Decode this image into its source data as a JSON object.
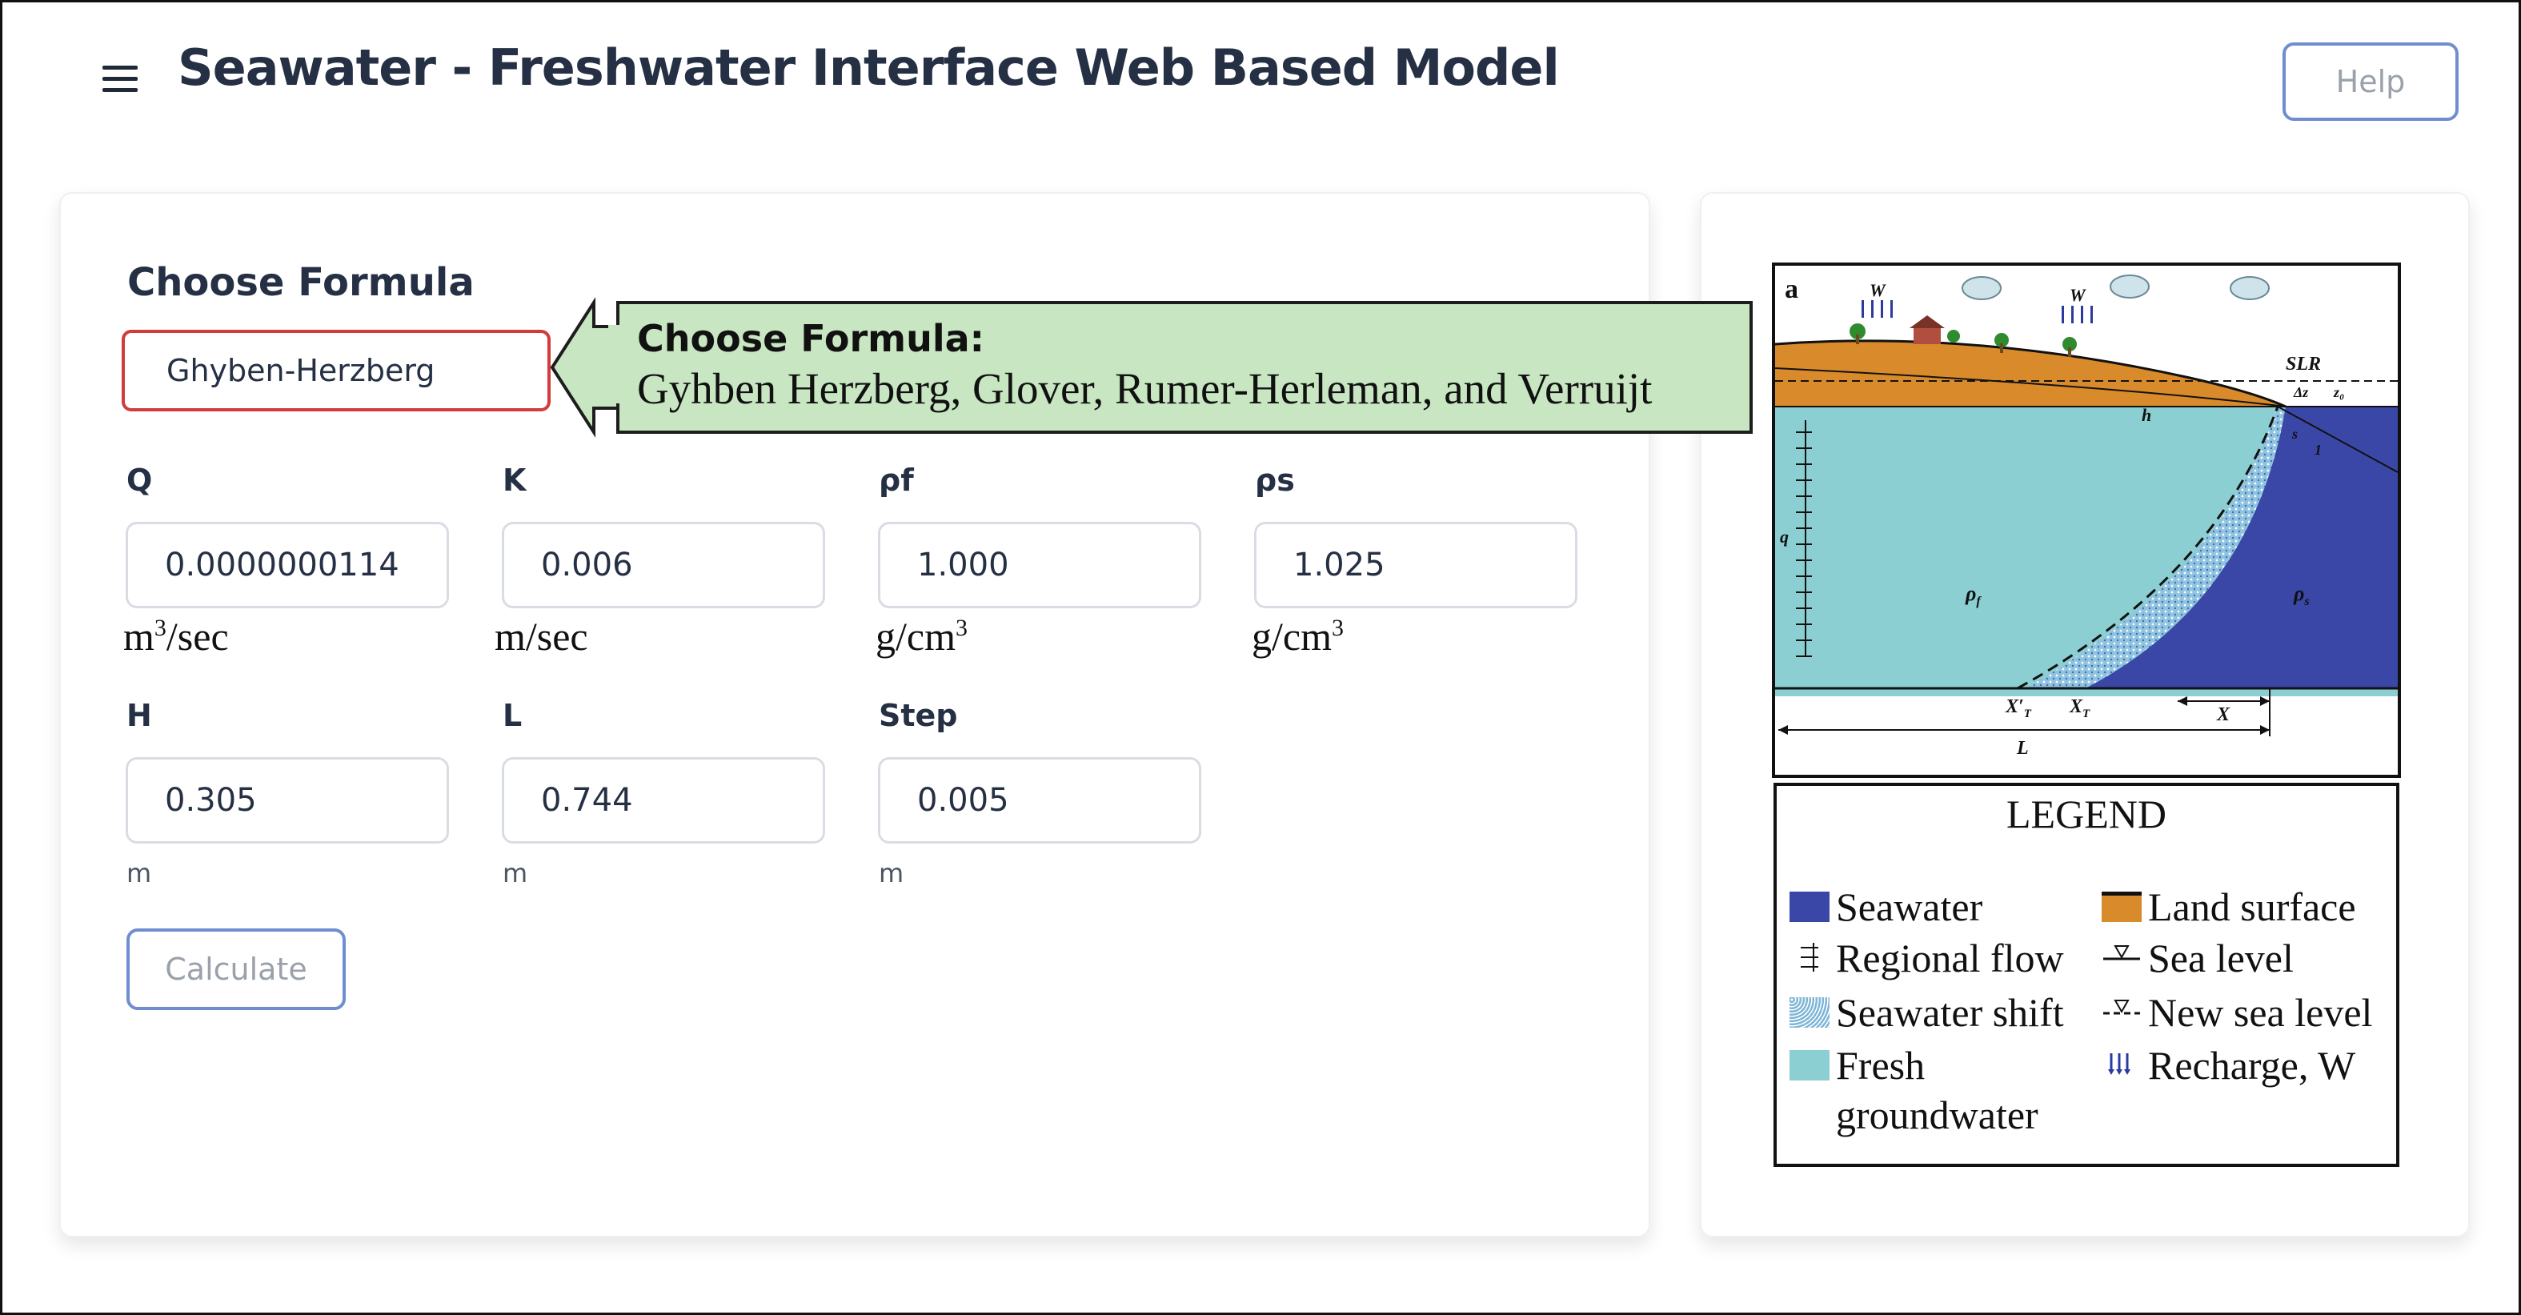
{
  "header": {
    "title": "Seawater - Freshwater Interface Web Based Model",
    "help_label": "Help"
  },
  "form": {
    "choose_label": "Choose Formula",
    "formula_value": "Ghyben-Herzberg",
    "fields": [
      {
        "label": "Q",
        "value": "0.0000000114",
        "unit": "m",
        "unit_sup": "3",
        "unit_tail": "/sec"
      },
      {
        "label": "K",
        "value": "0.006",
        "unit": "m/sec"
      },
      {
        "label": "ρf",
        "value": "1.000",
        "unit": "g/cm",
        "unit_sup": "3"
      },
      {
        "label": "ρs",
        "value": "1.025",
        "unit": "g/cm",
        "unit_sup": "3"
      },
      {
        "label": "H",
        "value": "0.305",
        "unit": "m"
      },
      {
        "label": "L",
        "value": "0.744",
        "unit": "m"
      },
      {
        "label": "Step",
        "value": "0.005",
        "unit": "m"
      }
    ],
    "calculate_label": "Calculate"
  },
  "callout": {
    "title": "Choose Formula:",
    "text": "Gyhben Herzberg, Glover, Rumer-Herleman, and Verruijt"
  },
  "diagram": {
    "panel_label": "a",
    "labels": {
      "w": "W",
      "slr": "SLR",
      "dz": "Δz",
      "z0": "z₀",
      "h": "h",
      "s": "s",
      "one": "1",
      "q": "q",
      "rho_f": "ρ",
      "rho_f_sub": "f",
      "rho_s": "ρ",
      "rho_s_sub": "s",
      "xt_prime": "X′",
      "xt": "X",
      "t_sub": "T",
      "x": "X",
      "l": "L"
    },
    "colors": {
      "seawater": "#3a47a6",
      "fresh": "#8ccfd2",
      "land": "#d98a2b",
      "shift": "#7fb6d8"
    }
  },
  "legend": {
    "title": "LEGEND",
    "items": [
      {
        "label": "Seawater",
        "icon": "seawater-swatch"
      },
      {
        "label": "Land surface",
        "icon": "land-surface-swatch"
      },
      {
        "label": "Regional flow",
        "icon": "regional-flow-icon"
      },
      {
        "label": "Sea level",
        "icon": "sea-level-icon"
      },
      {
        "label": "Seawater shift",
        "icon": "seawater-shift-swatch"
      },
      {
        "label": "New sea level",
        "icon": "new-sea-level-icon"
      },
      {
        "label": "Fresh",
        "label2": "groundwater",
        "icon": "fresh-groundwater-swatch"
      },
      {
        "label": "Recharge, W",
        "icon": "recharge-icon"
      }
    ]
  }
}
